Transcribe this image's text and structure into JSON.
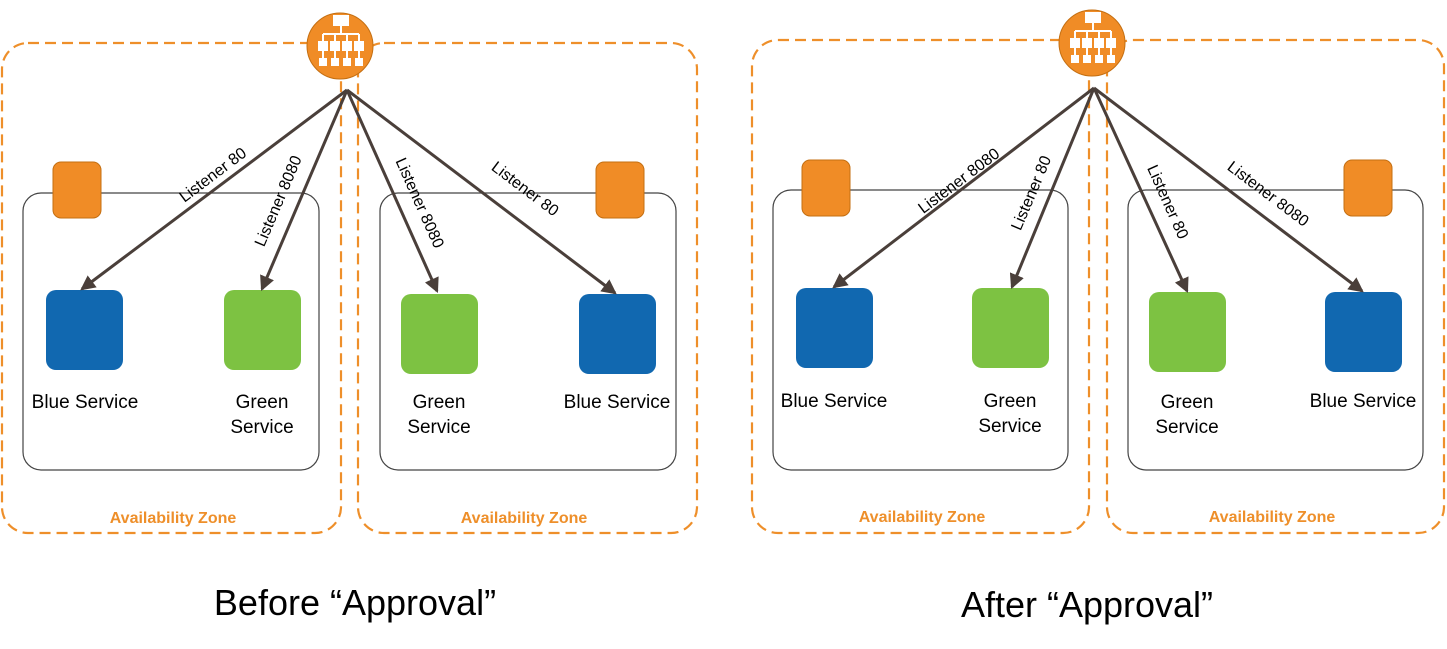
{
  "colors": {
    "zone_border": "#ee8f2a",
    "blue_service": "#1168b0",
    "green_service": "#7dc242",
    "instance": "#f08c26",
    "load_balancer": "#f08c26",
    "arrow": "#4a3f3a"
  },
  "icons": {
    "load_balancer": "load-balancer-icon",
    "instance": "ec2-instance-icon"
  },
  "panels": [
    {
      "caption": "Before “Approval”",
      "zones": [
        {
          "label": "Availability Zone",
          "services": [
            {
              "label_lines": [
                "Blue Service"
              ],
              "color": "blue"
            },
            {
              "label_lines": [
                "Green",
                "Service"
              ],
              "color": "green"
            }
          ]
        },
        {
          "label": "Availability Zone",
          "services": [
            {
              "label_lines": [
                "Green",
                "Service"
              ],
              "color": "green"
            },
            {
              "label_lines": [
                "Blue Service"
              ],
              "color": "blue"
            }
          ]
        }
      ],
      "listeners": [
        "Listener 80",
        "Listener 8080",
        "Listener 8080",
        "Listener 80"
      ]
    },
    {
      "caption": "After “Approval”",
      "zones": [
        {
          "label": "Availability Zone",
          "services": [
            {
              "label_lines": [
                "Blue Service"
              ],
              "color": "blue"
            },
            {
              "label_lines": [
                "Green",
                "Service"
              ],
              "color": "green"
            }
          ]
        },
        {
          "label": "Availability Zone",
          "services": [
            {
              "label_lines": [
                "Green",
                "Service"
              ],
              "color": "green"
            },
            {
              "label_lines": [
                "Blue Service"
              ],
              "color": "blue"
            }
          ]
        }
      ],
      "listeners": [
        "Listener 8080",
        "Listener 80",
        "Listener 80",
        "Listener 8080"
      ]
    }
  ]
}
